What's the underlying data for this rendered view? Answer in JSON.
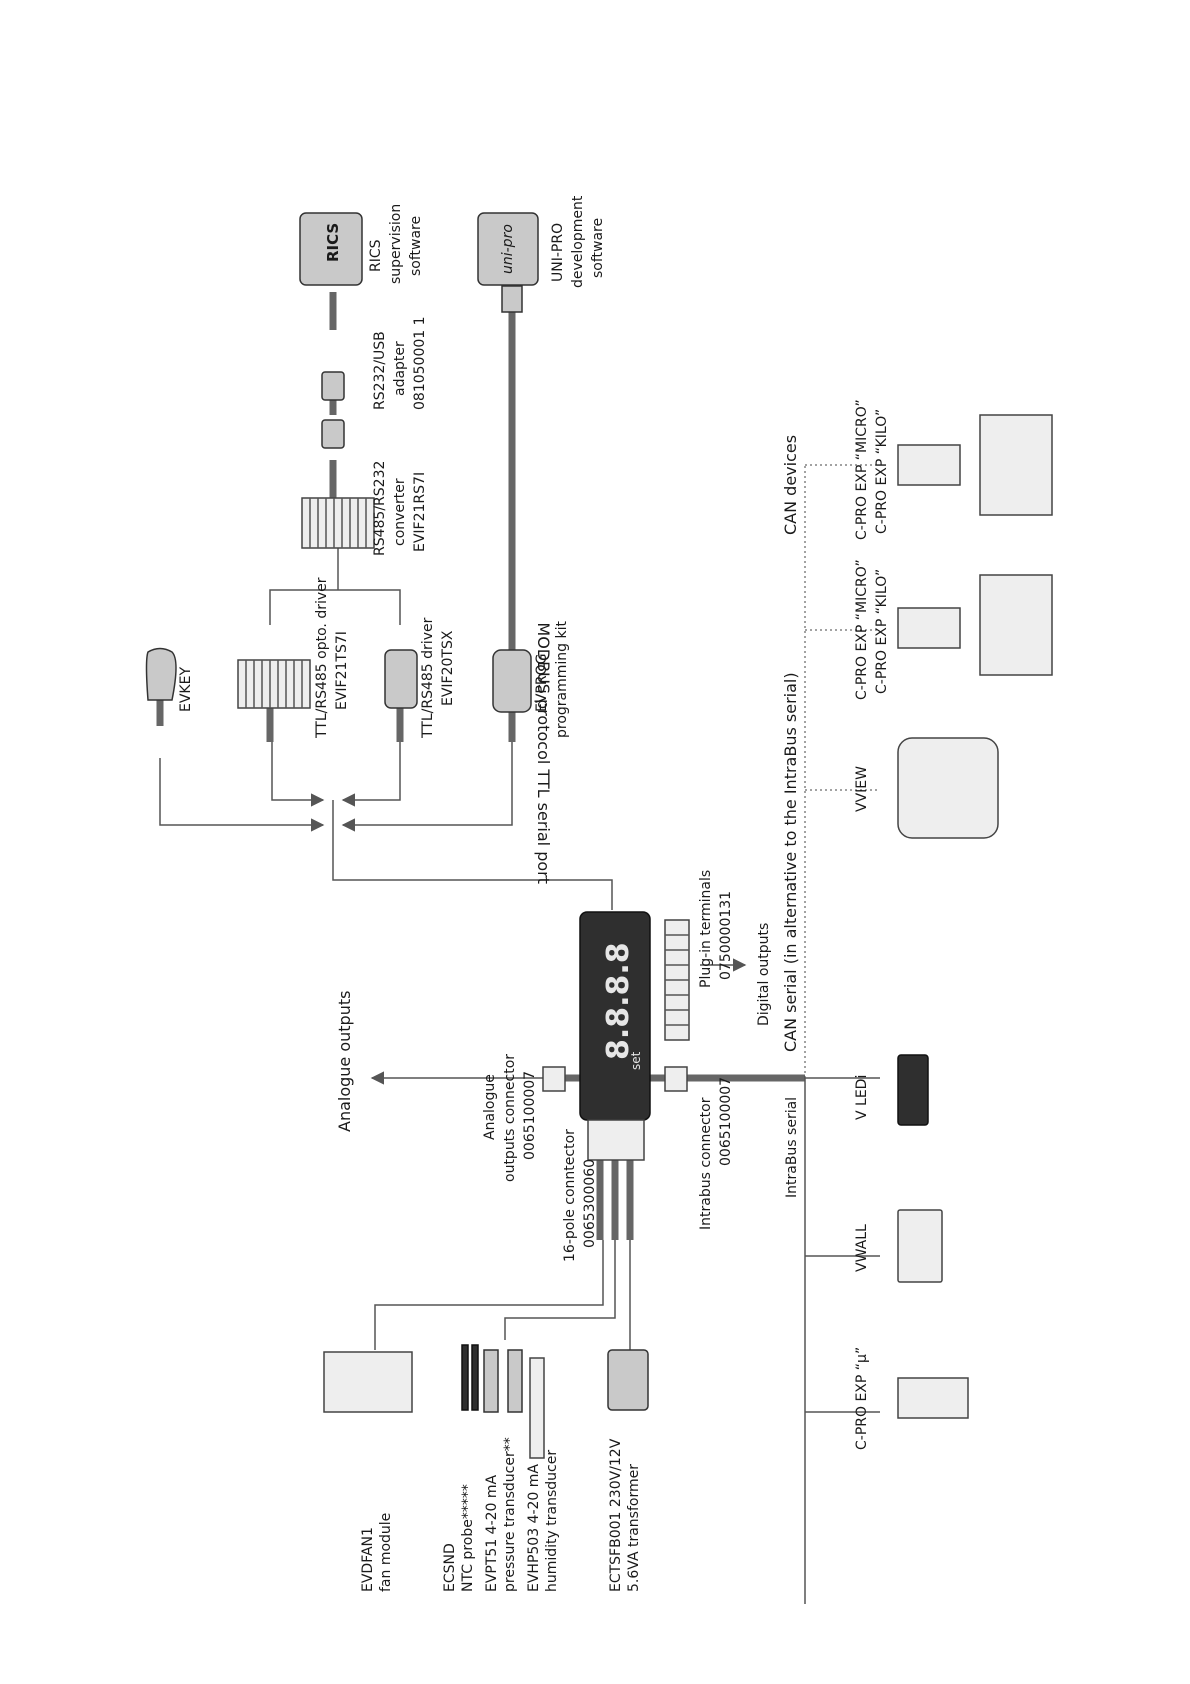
{
  "labels": {
    "rics": [
      "RICS",
      "supervision",
      "software"
    ],
    "unipro": [
      "UNI-PRO",
      "development",
      "software"
    ],
    "usb_adapter": [
      "RS232/USB",
      "adapter",
      "081050001 1"
    ],
    "converter": [
      "RS485/RS232",
      "converter",
      "EVIF21RS7I"
    ],
    "evkey": "EVKEY",
    "opto": [
      "TTL/RS485 opto. driver",
      "EVIF21TS7I"
    ],
    "driver": [
      "TTL/RS485 driver",
      "EVIF20TSX"
    ],
    "evprog": [
      "EVPROG",
      "programming kit"
    ],
    "modbus": "MODBUS protocol TTL serial port",
    "analogue_outputs": "Analogue outputs",
    "analogue_connector": [
      "Analogue",
      "outputs connector",
      "0065100007"
    ],
    "pole_connector": [
      "16-pole conntector",
      "0065300060"
    ],
    "intrabus_connector": [
      "Intrabus connector",
      "0065100007"
    ],
    "plugin_terminals": [
      "Plug-in terminals",
      "0750000131"
    ],
    "digital_outputs": "Digital outputs",
    "can_serial": "CAN serial (in alternative to the IntraBus serial)",
    "can_devices": "CAN devices",
    "intrabus_serial": "IntraBus serial",
    "cpro_micro_a": [
      "C-PRO EXP “MICRO”",
      "C-PRO EXP “KILO”"
    ],
    "cpro_micro_b": [
      "C-PRO EXP “MICRO”",
      "C-PRO EXP “KILO”"
    ],
    "vview": "VVIEW",
    "vledi": "V LEDi",
    "vwall": "VWALL",
    "cpro_mu": "C-PRO EXP “μ”",
    "evdfan": [
      "EVDFAN1",
      "fan module"
    ],
    "ecsnd": [
      "ECSND",
      "NTC probe*****"
    ],
    "evpt51": [
      "EVPT51 4-20 mA",
      "pressure transducer**"
    ],
    "evhp503": [
      "EVHP503 4-20 mA",
      "humidity transducer"
    ],
    "transformer": [
      "ECTSFB001 230V/12V",
      "5.6VA transformer"
    ]
  },
  "device_text": {
    "rics_logo": "RICS",
    "unipro_logo": "uni-pro",
    "display_digits": "8.8.8.8",
    "set_key": "set"
  },
  "icons": [
    "rics-logo-icon",
    "unipro-logo-icon",
    "controller-display-icon"
  ]
}
